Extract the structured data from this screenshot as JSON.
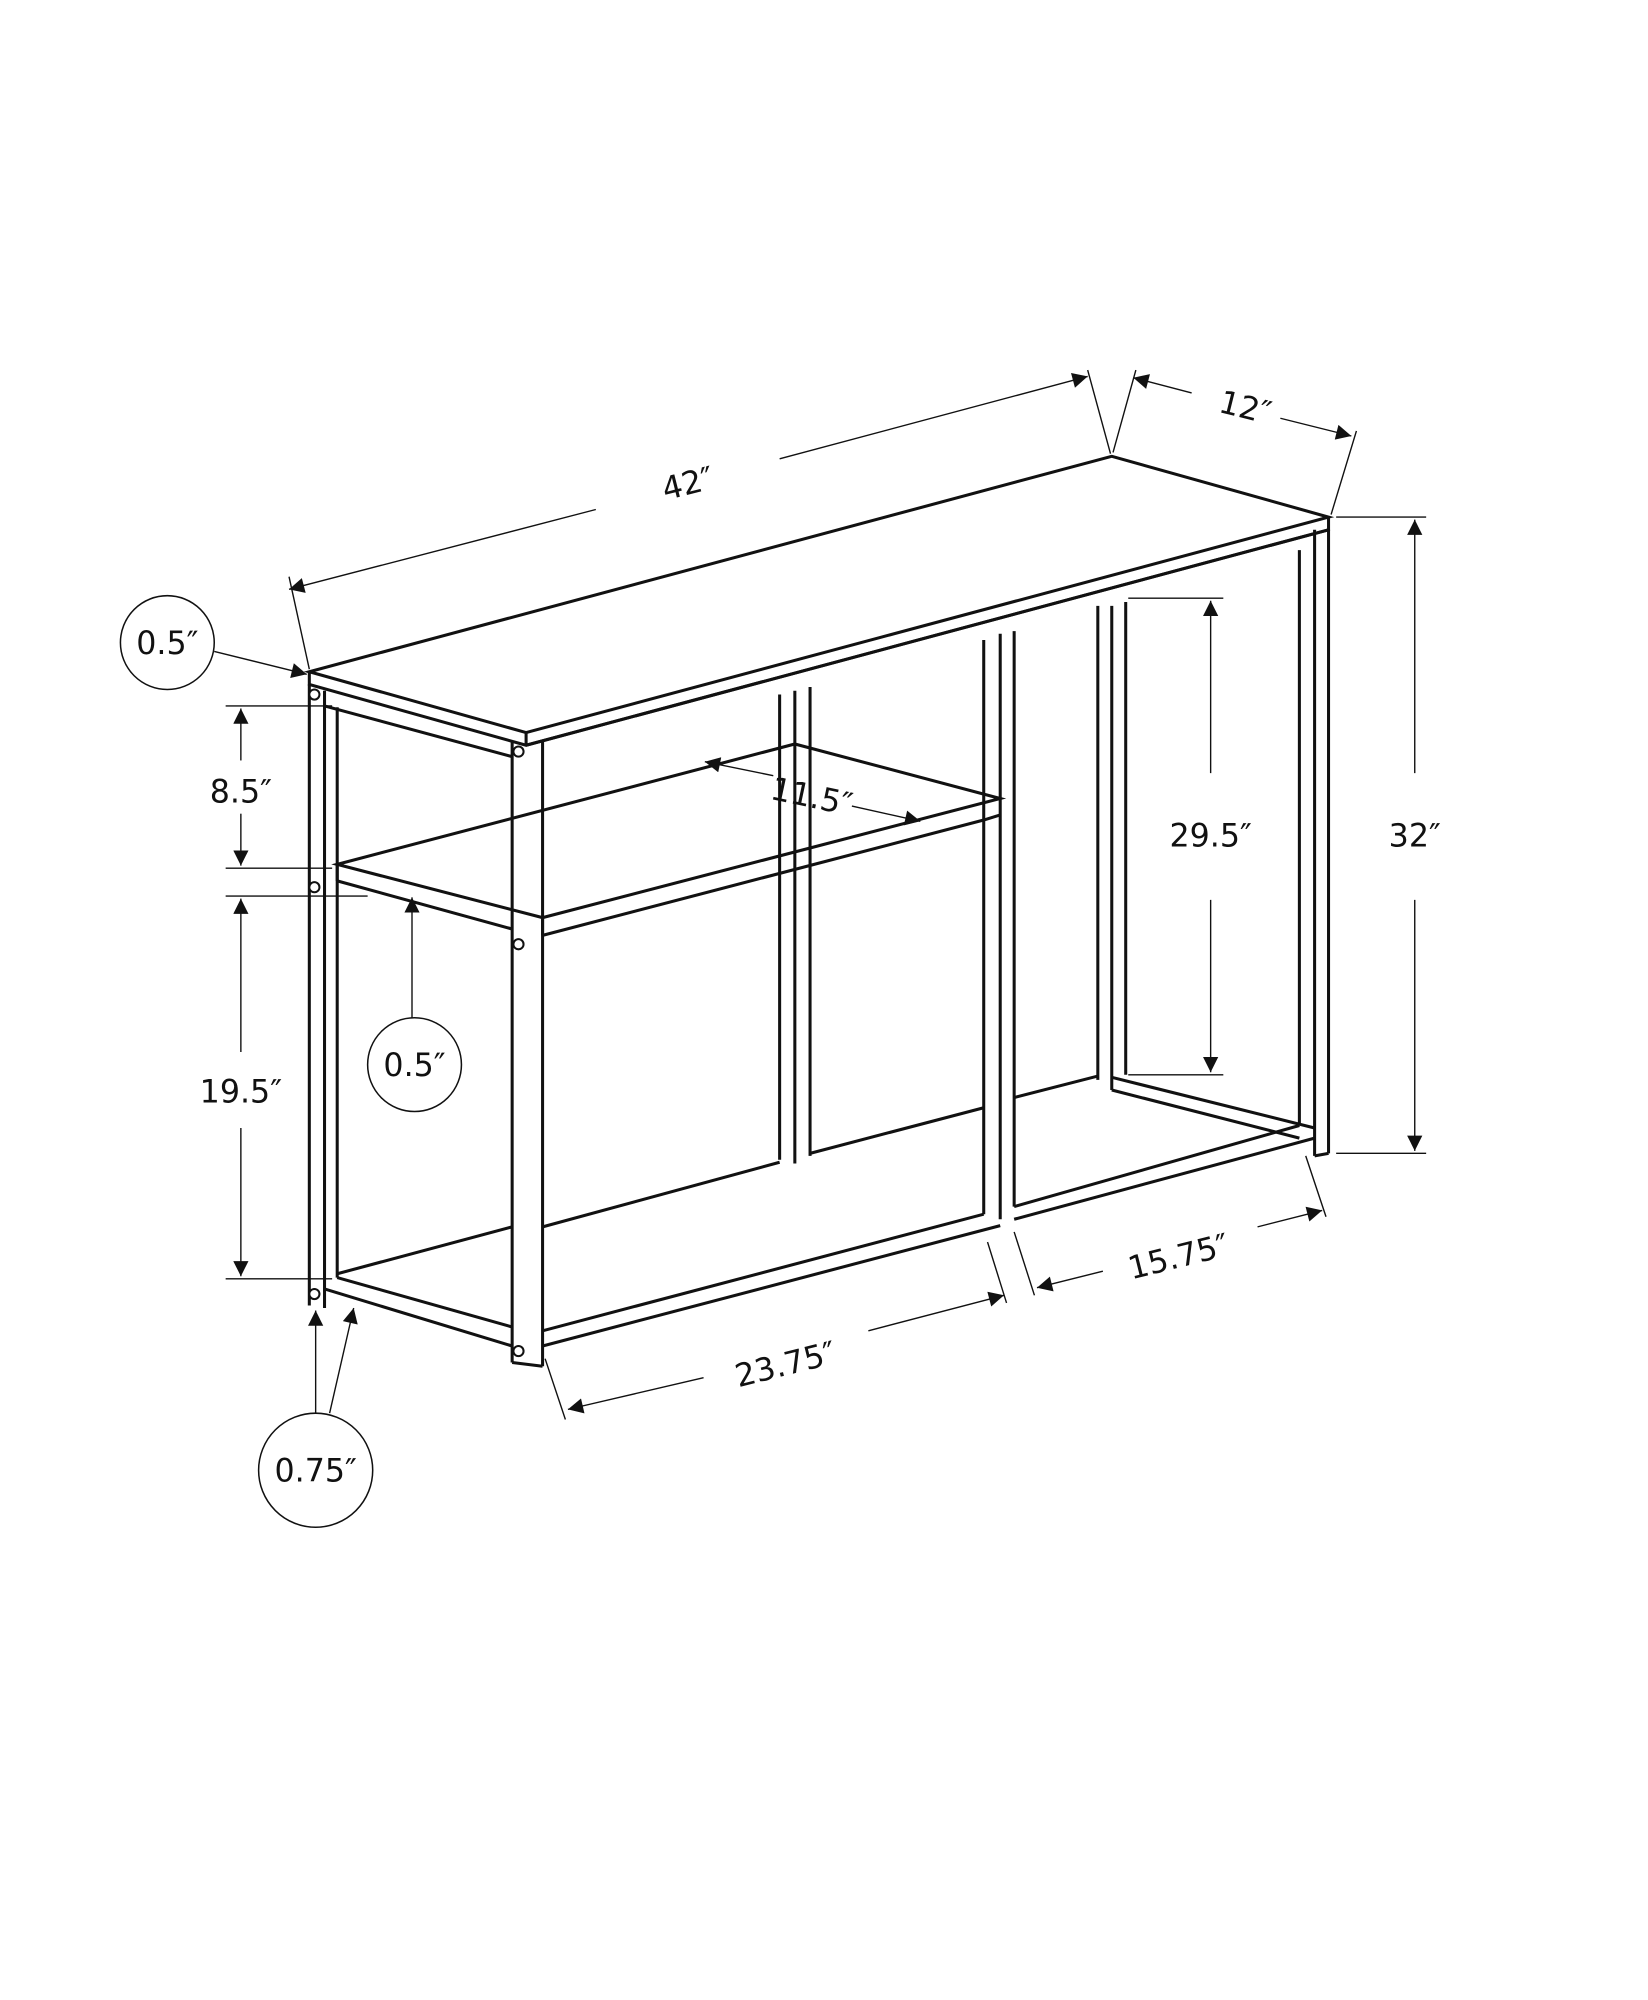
{
  "diagram": {
    "subject": "console table with shelf, dimension drawing",
    "dimensions": {
      "overall_width": "42″",
      "depth": "12″",
      "overall_height": "32″",
      "top_thickness": "0.5″",
      "top_to_shelf": "8.5″",
      "shelf_thickness": "0.5″",
      "shelf_to_floor": "19.5″",
      "shelf_depth": "11.5″",
      "right_opening_height": "29.5″",
      "left_bay_width": "23.75″",
      "right_bay_width": "15.75″",
      "leg_width": "0.75″"
    }
  }
}
